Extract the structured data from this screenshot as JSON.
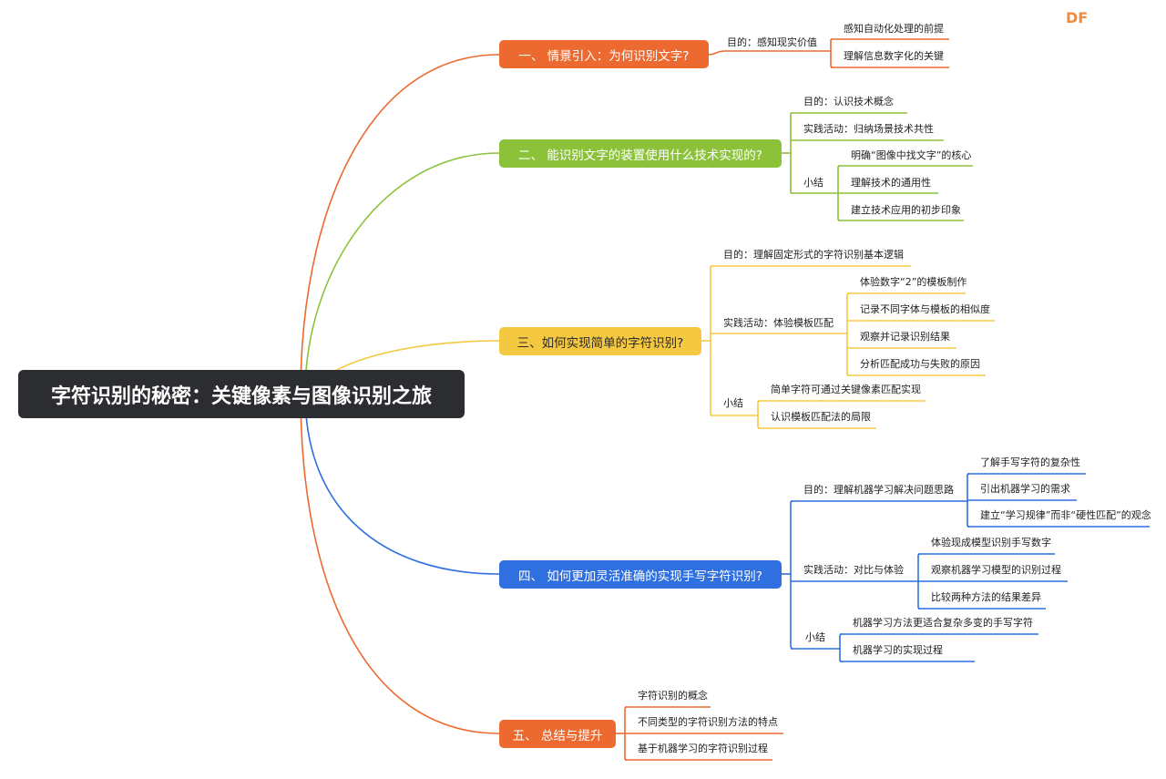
{
  "logo": "DF",
  "root": "字符识别的秘密：关键像素与图像识别之旅",
  "branches": [
    {
      "label": "一、 情景引入：为何识别文字?",
      "color": "#ec6a30",
      "children": [
        {
          "label": "目的：感知现实价值",
          "children": [
            "感知自动化处理的前提",
            "理解信息数字化的关键"
          ]
        }
      ]
    },
    {
      "label": "二、 能识别文字的装置使用什么技术实现的?",
      "color": "#8bc23a",
      "children": [
        {
          "label": "目的：认识技术概念"
        },
        {
          "label": "实践活动：归纳场景技术共性"
        },
        {
          "label": "小结",
          "children": [
            "明确“图像中找文字”的核心",
            "理解技术的通用性",
            "建立技术应用的初步印象"
          ]
        }
      ]
    },
    {
      "label": "三、如何实现简单的字符识别?",
      "color": "#f5c842",
      "children": [
        {
          "label": "目的：理解固定形式的字符识别基本逻辑"
        },
        {
          "label": "实践活动：体验模板匹配",
          "children": [
            "体验数字“2”的模板制作",
            "记录不同字体与模板的相似度",
            "观察并记录识别结果",
            "分析匹配成功与失败的原因"
          ]
        },
        {
          "label": "小结",
          "children": [
            "简单字符可通过关键像素匹配实现",
            "认识模板匹配法的局限"
          ]
        }
      ]
    },
    {
      "label": "四、 如何更加灵活准确的实现手写字符识别?",
      "color": "#2f6fe0",
      "children": [
        {
          "label": "目的：理解机器学习解决问题思路",
          "children": [
            "了解手写字符的复杂性",
            "引出机器学习的需求",
            "建立“学习规律”而非“硬性匹配”的观念"
          ]
        },
        {
          "label": "实践活动：对比与体验",
          "children": [
            "体验现成模型识别手写数字",
            "观察机器学习模型的识别过程",
            "比较两种方法的结果差异"
          ]
        },
        {
          "label": "小结",
          "children": [
            "机器学习方法更适合复杂多变的手写字符",
            "机器学习的实现过程"
          ]
        }
      ]
    },
    {
      "label": "五、 总结与提升",
      "color": "#ec6a30",
      "children": [
        {
          "label": "字符识别的概念"
        },
        {
          "label": "不同类型的字符识别方法的特点"
        },
        {
          "label": "基于机器学习的字符识别过程"
        }
      ]
    }
  ]
}
